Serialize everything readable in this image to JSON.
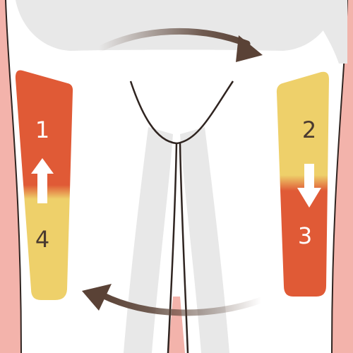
{
  "colors": {
    "skin": "#f3b3ab",
    "skin_outline": "#2f2420",
    "shading": "#e8e8e8",
    "hot_red": "#e05a36",
    "warm_yellow": "#eed06a",
    "arrow_brown": "#5a4236",
    "arrow_white": "#ffffff"
  },
  "steps": [
    {
      "label": "1",
      "color": "#ffffff"
    },
    {
      "label": "2",
      "color": "#4a3a30"
    },
    {
      "label": "3",
      "color": "#ffffff"
    },
    {
      "label": "4",
      "color": "#4a3a30"
    }
  ],
  "icons": {
    "upward": "arrow-up-icon",
    "downward": "arrow-down-icon",
    "clockwise_top": "curved-arrow-right-icon",
    "clockwise_bottom": "curved-arrow-left-icon"
  }
}
